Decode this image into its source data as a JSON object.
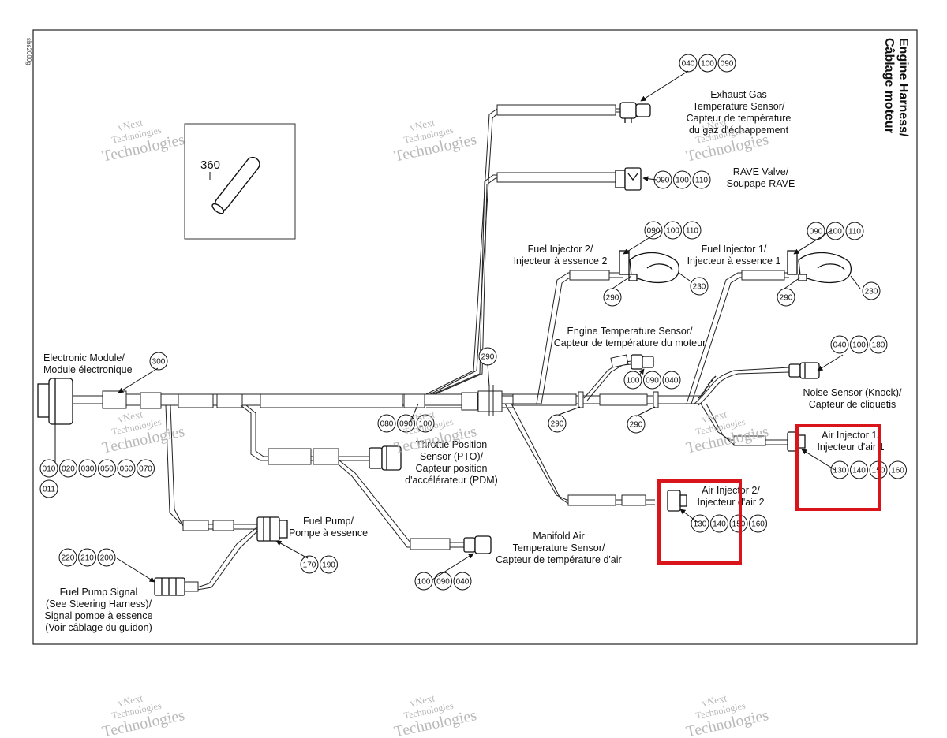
{
  "title": {
    "line1": "Engine Harness/",
    "line2": "Câblage moteur"
  },
  "figure_code": "sbs2000g",
  "watermark": {
    "line1": "vNext",
    "line2": "Technologies",
    "line3": "Technologies"
  },
  "part_inset": {
    "number": "360"
  },
  "components": {
    "electronic_module": {
      "line1": "Electronic Module/",
      "line2": "Module électronique"
    },
    "exhaust_gas": {
      "line1": "Exhaust Gas",
      "line2": "Temperature Sensor/",
      "line3": "Capteur de température",
      "line4": "du gaz d'échappement"
    },
    "rave_valve": {
      "line1": "RAVE Valve/",
      "line2": "Soupape RAVE"
    },
    "fuel_injector_2": {
      "line1": "Fuel Injector 2/",
      "line2": "Injecteur à essence 2"
    },
    "fuel_injector_1": {
      "line1": "Fuel Injector 1/",
      "line2": "Injecteur à essence 1"
    },
    "engine_temp": {
      "line1": "Engine Temperature Sensor/",
      "line2": "Capteur de température du moteur"
    },
    "noise_sensor": {
      "line1": "Noise Sensor (Knock)/",
      "line2": "Capteur de cliquetis"
    },
    "air_injector_1": {
      "line1": "Air Injector 1/",
      "line2": "Injecteur d'air 1"
    },
    "air_injector_2": {
      "line1": "Air Injector 2/",
      "line2": "Injecteur d'air 2"
    },
    "throttle_position": {
      "line1": "Throttle Position",
      "line2": "Sensor (PTO)/",
      "line3": "Capteur position",
      "line4": "d'accélérateur (PDM)"
    },
    "fuel_pump": {
      "line1": "Fuel Pump/",
      "line2": "Pompe à essence"
    },
    "manifold_air": {
      "line1": "Manifold Air",
      "line2": "Temperature Sensor/",
      "line3": "Capteur de température d'air"
    },
    "fuel_pump_signal": {
      "line1": "Fuel Pump Signal",
      "line2": "(See Steering Harness)/",
      "line3": "Signal pompe à essence",
      "line4": "(Voir câblage du guidon)"
    }
  },
  "refs": {
    "exhaust": [
      "040",
      "100",
      "090"
    ],
    "rave": [
      "090",
      "100",
      "110"
    ],
    "fi2_top": [
      "090",
      "100",
      "110"
    ],
    "fi2_230": "230",
    "fi2_290": "290",
    "fi1_top": [
      "090",
      "100",
      "110"
    ],
    "fi1_230": "230",
    "fi1_290": "290",
    "noise": [
      "040",
      "100",
      "180"
    ],
    "engine_temp": [
      "100",
      "090",
      "040"
    ],
    "trunk_290a": "290",
    "trunk_290b": "290",
    "trunk_290c": "290",
    "module_300": "300",
    "module_bottom": [
      "010",
      "020",
      "030",
      "050",
      "060",
      "070"
    ],
    "module_011": "011",
    "throttle": [
      "080",
      "090",
      "100"
    ],
    "air1": [
      "130",
      "140",
      "150",
      "160"
    ],
    "air2": [
      "130",
      "140",
      "150",
      "160"
    ],
    "fuel_pump": [
      "170",
      "190"
    ],
    "manifold": [
      "100",
      "090",
      "040"
    ],
    "fuel_pump_signal": [
      "220",
      "210",
      "200"
    ]
  },
  "highlight_color": "#d9151b"
}
